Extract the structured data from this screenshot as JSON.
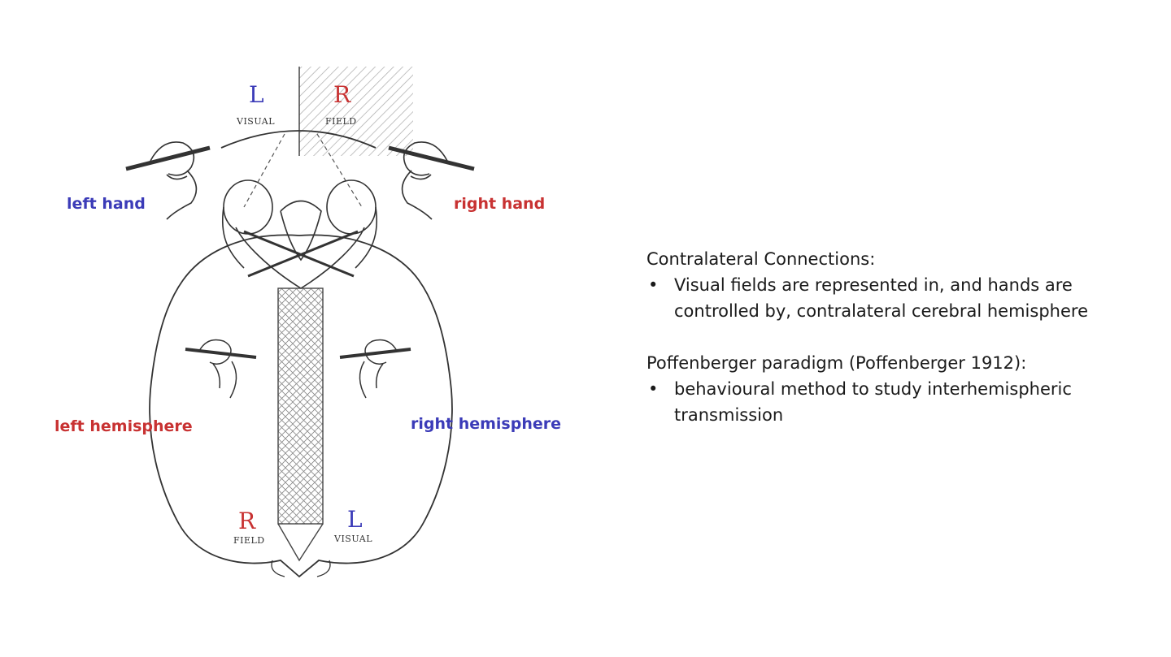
{
  "diagram": {
    "colors": {
      "blue": "#3b3bb8",
      "red": "#c83232",
      "ink": "#222222"
    },
    "labels": {
      "left_hand": "left hand",
      "right_hand": "right hand",
      "left_hemisphere": "left hemisphere",
      "right_hemisphere": "right hemisphere"
    },
    "top_field": {
      "left_letter": "L",
      "right_letter": "R",
      "left_word": "VISUAL",
      "right_word": "FIELD"
    },
    "bottom_field": {
      "left_letter": "R",
      "right_letter": "L",
      "left_word": "FIELD",
      "right_word": "VISUAL"
    }
  },
  "text_panel": {
    "sections": [
      {
        "heading": "Contralateral Connections:",
        "bullets": [
          "Visual fields are represented in, and hands are controlled by, contralateral cerebral hemisphere"
        ]
      },
      {
        "heading": "Poffenberger paradigm (Poffenberger 1912):",
        "bullets": [
          "behavioural method to study interhemispheric transmission"
        ]
      }
    ]
  }
}
